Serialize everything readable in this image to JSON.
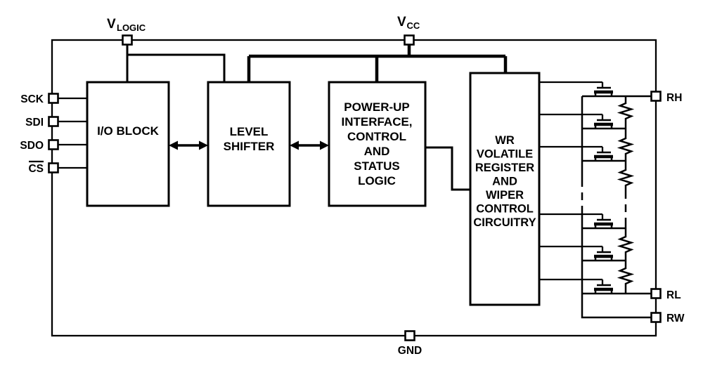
{
  "diagram_title": "digital-potentiometer-block-diagram",
  "colors": {
    "ink": "#000000",
    "background": "#ffffff"
  },
  "pins": {
    "vlogic": {
      "name": "V",
      "sub": "LOGIC"
    },
    "vcc": {
      "name": "V",
      "sub": "CC"
    },
    "sck": {
      "label": "SCK"
    },
    "sdi": {
      "label": "SDI"
    },
    "sdo": {
      "label": "SDO"
    },
    "cs": {
      "label": "CS"
    },
    "gnd": {
      "label": "GND"
    },
    "rh": {
      "label": "RH"
    },
    "rl": {
      "label": "RL"
    },
    "rw": {
      "label": "RW"
    }
  },
  "blocks": {
    "io": {
      "label": "I/O BLOCK"
    },
    "level_shifter": {
      "lines": [
        "LEVEL",
        "SHIFTER"
      ]
    },
    "power_up": {
      "lines": [
        "POWER-UP",
        "INTERFACE,",
        "CONTROL",
        "AND",
        "STATUS",
        "LOGIC"
      ]
    },
    "wr": {
      "lines": [
        "WR",
        "VOLATILE",
        "REGISTER",
        "AND",
        "WIPER",
        "CONTROL",
        "CIRCUITRY"
      ]
    }
  }
}
